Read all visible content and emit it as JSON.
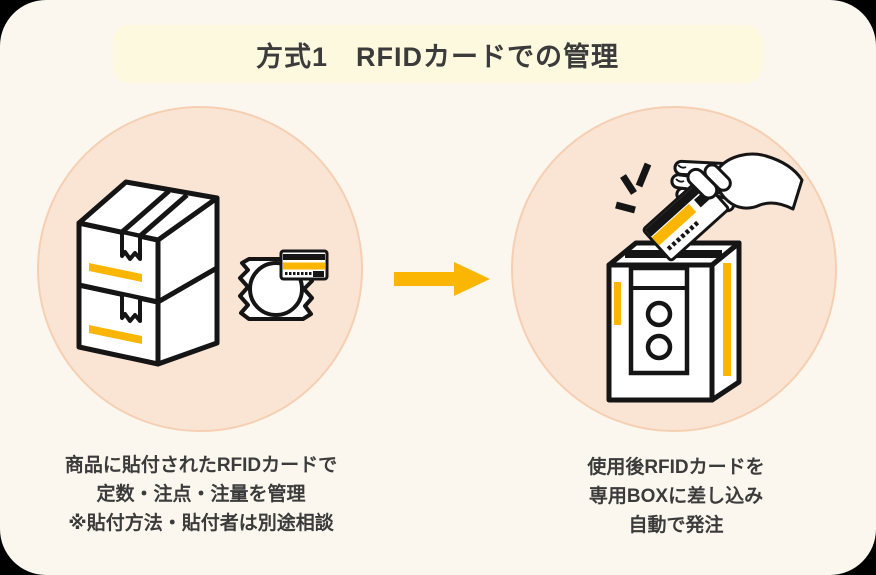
{
  "title": "方式1　RFIDカードでの管理",
  "steps": {
    "left": {
      "illustration": "stacked-boxes-with-rfid-card-tag",
      "lines": [
        "商品に貼付されたRFIDカードで",
        "定数・注点・注量を管理",
        "※貼付方法・貼付者は別途相談"
      ]
    },
    "right": {
      "illustration": "hand-inserting-rfid-card-into-box",
      "lines": [
        "使用後RFIDカードを",
        "専用BOXに差し込み",
        "自動で発注"
      ]
    }
  },
  "icons": {
    "flow_arrow": "arrow-right",
    "left_icon": "stacked-boxes-icon",
    "left_tag_icon": "rfid-card-packet-icon",
    "right_icon": "collection-box-icon",
    "right_hand_icon": "hand-with-card-icon",
    "burst_icon": "click-burst-icon"
  },
  "colors": {
    "bg": "#FBF7EE",
    "banner": "#FCF9DF",
    "circle": "#FAE4D4",
    "circle-border": "#F6CFB2",
    "accent": "#FBB604",
    "ink": "#151515",
    "text": "#3B3B3B",
    "outside": "#000000"
  }
}
